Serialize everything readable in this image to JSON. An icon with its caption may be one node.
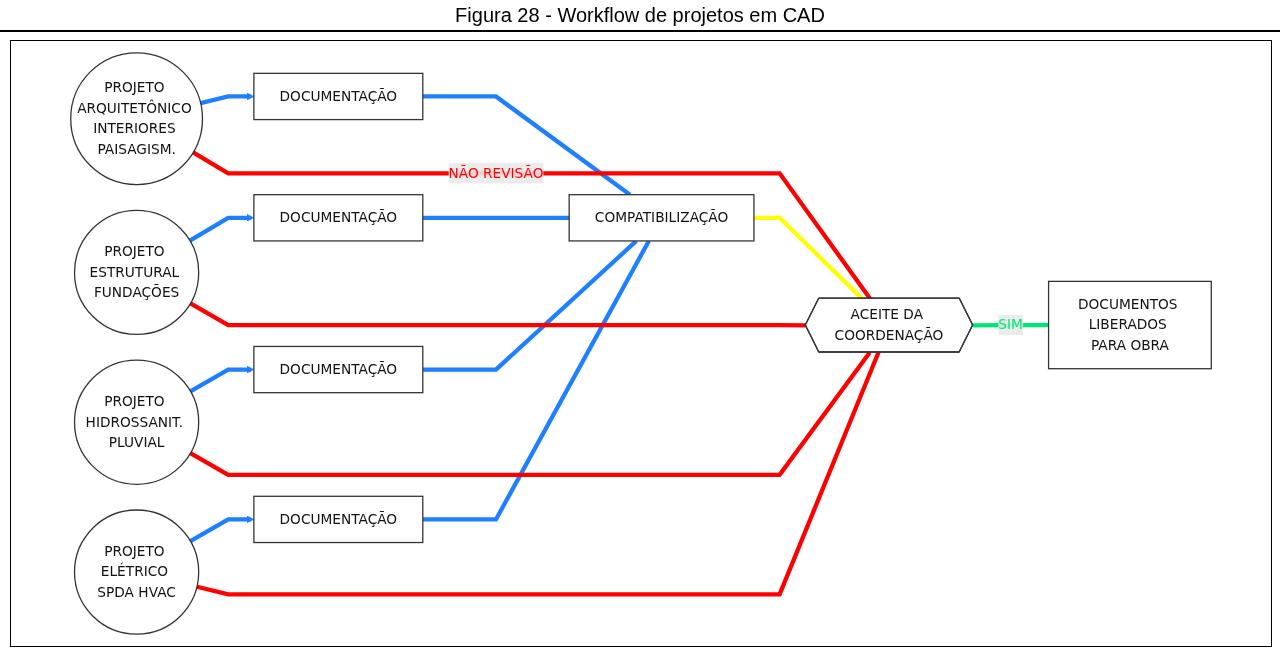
{
  "diagram": {
    "title": "Figura 28 - Workflow de projetos em CAD",
    "nodes": [
      {
        "text": [
          "PROJETO ARQUITETÔNICO INTERIORES PAISAGISM."
        ]
      },
      {
        "text": [
          "DOCUMENTAÇÃO"
        ]
      },
      {
        "text": [
          "PROJETO ESTRUTURAL FUNDAÇÕES"
        ]
      },
      {
        "text": [
          "DOCUMENTAÇÃO"
        ]
      },
      {
        "text": [
          "PROJETO HIDROSSANIT. PLUVIAL"
        ]
      },
      {
        "text": [
          "DOCUMENTAÇÃO"
        ]
      },
      {
        "text": [
          "PROJETO ELÉTRICO SPDA HVAC"
        ]
      },
      {
        "text": [
          "DOCUMENTAÇÃO"
        ]
      },
      {
        "text": [
          "COMPATIBILIZAÇÃO"
        ]
      },
      {
        "text": [
          "ACEITE DA COORDENAÇÃO"
        ]
      },
      {
        "text": [
          "DOCUMENTOS LIBERADOS PARA OBRA"
        ]
      }
    ],
    "edges": [
      {
        "from": 0,
        "to": 1,
        "arrow": "to"
      },
      {
        "from": 2,
        "to": 3,
        "arrow": "to"
      },
      {
        "from": 4,
        "to": 5,
        "arrow": "to"
      },
      {
        "from": 6,
        "to": 7,
        "arrow": "to"
      },
      {
        "from": 1,
        "to": 8,
        "arrow": "none"
      },
      {
        "from": 3,
        "to": 8,
        "arrow": "none"
      },
      {
        "from": 5,
        "to": 8,
        "arrow": "none"
      },
      {
        "from": 7,
        "to": 8,
        "arrow": "none"
      },
      {
        "from": 8,
        "to": 9,
        "arrow": "none",
        "color": "#ffff00"
      },
      {
        "from": 9,
        "to": 10,
        "arrow": "none",
        "label": "SIM",
        "color": "#00e676"
      },
      {
        "from": 9,
        "to": 0,
        "arrow": "none",
        "label": "NÃO REVISÃO",
        "color": "#ff0000"
      },
      {
        "from": 9,
        "to": 2,
        "arrow": "none",
        "color": "#ff0000"
      },
      {
        "from": 9,
        "to": 4,
        "arrow": "none",
        "color": "#ff0000"
      },
      {
        "from": 9,
        "to": 6,
        "arrow": "none",
        "color": "#ff0000"
      }
    ]
  }
}
